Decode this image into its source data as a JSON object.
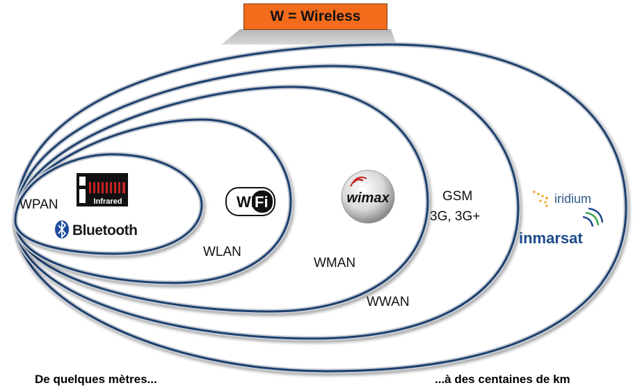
{
  "title": "W = Wireless",
  "zones": {
    "wpan": "WPAN",
    "wlan": "WLAN",
    "wman": "WMAN",
    "wwan": "WWAN"
  },
  "technologies": {
    "gsm_line1": "GSM",
    "gsm_line2": "3G, 3G+"
  },
  "logos": {
    "infrared": "Infrared",
    "bluetooth": "Bluetooth",
    "wifi_wi": "Wi",
    "wifi_fi": "Fi",
    "wimax": "wimax",
    "iridium": "iridium",
    "inmarsat": "inmarsat"
  },
  "footer": {
    "left": "De quelques mètres...",
    "right": "...à des centaines de km"
  },
  "colors": {
    "ellipse_stroke": "#1d3f6e",
    "title_bg": "#f26c1c",
    "iridium_orange": "#f0a020",
    "inmarsat_blue": "#1d4a8c",
    "inmarsat_green": "#3fa34d"
  }
}
